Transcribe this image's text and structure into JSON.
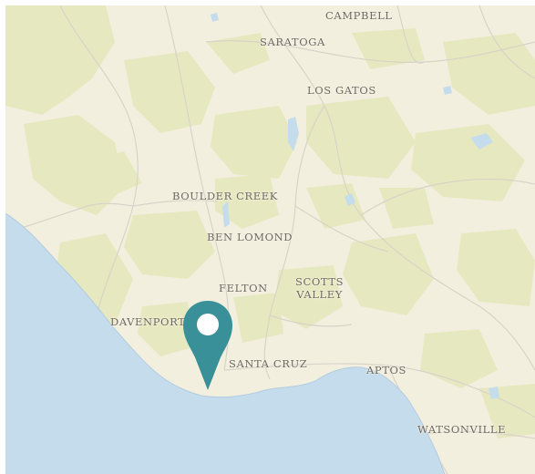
{
  "map": {
    "place_labels": {
      "campbell": "CAMPBELL",
      "saratoga": "SARATOGA",
      "los_gatos": "LOS GATOS",
      "boulder_creek": "BOULDER CREEK",
      "ben_lomond": "BEN LOMOND",
      "felton": "FELTON",
      "scotts_valley": [
        "SCOTTS",
        "VALLEY"
      ],
      "davenport": "DAVENPORT",
      "santa_cruz": "SANTA CRUZ",
      "aptos": "APTOS",
      "watsonville": "WATSONVILLE"
    },
    "marker": {
      "icon": "map-pin-icon",
      "color": "#3a9098"
    },
    "colors": {
      "land": "#f3efdf",
      "vegetation": "#e6e9bf",
      "water": "#c4dcec",
      "roads": "#d6d2c8"
    }
  }
}
